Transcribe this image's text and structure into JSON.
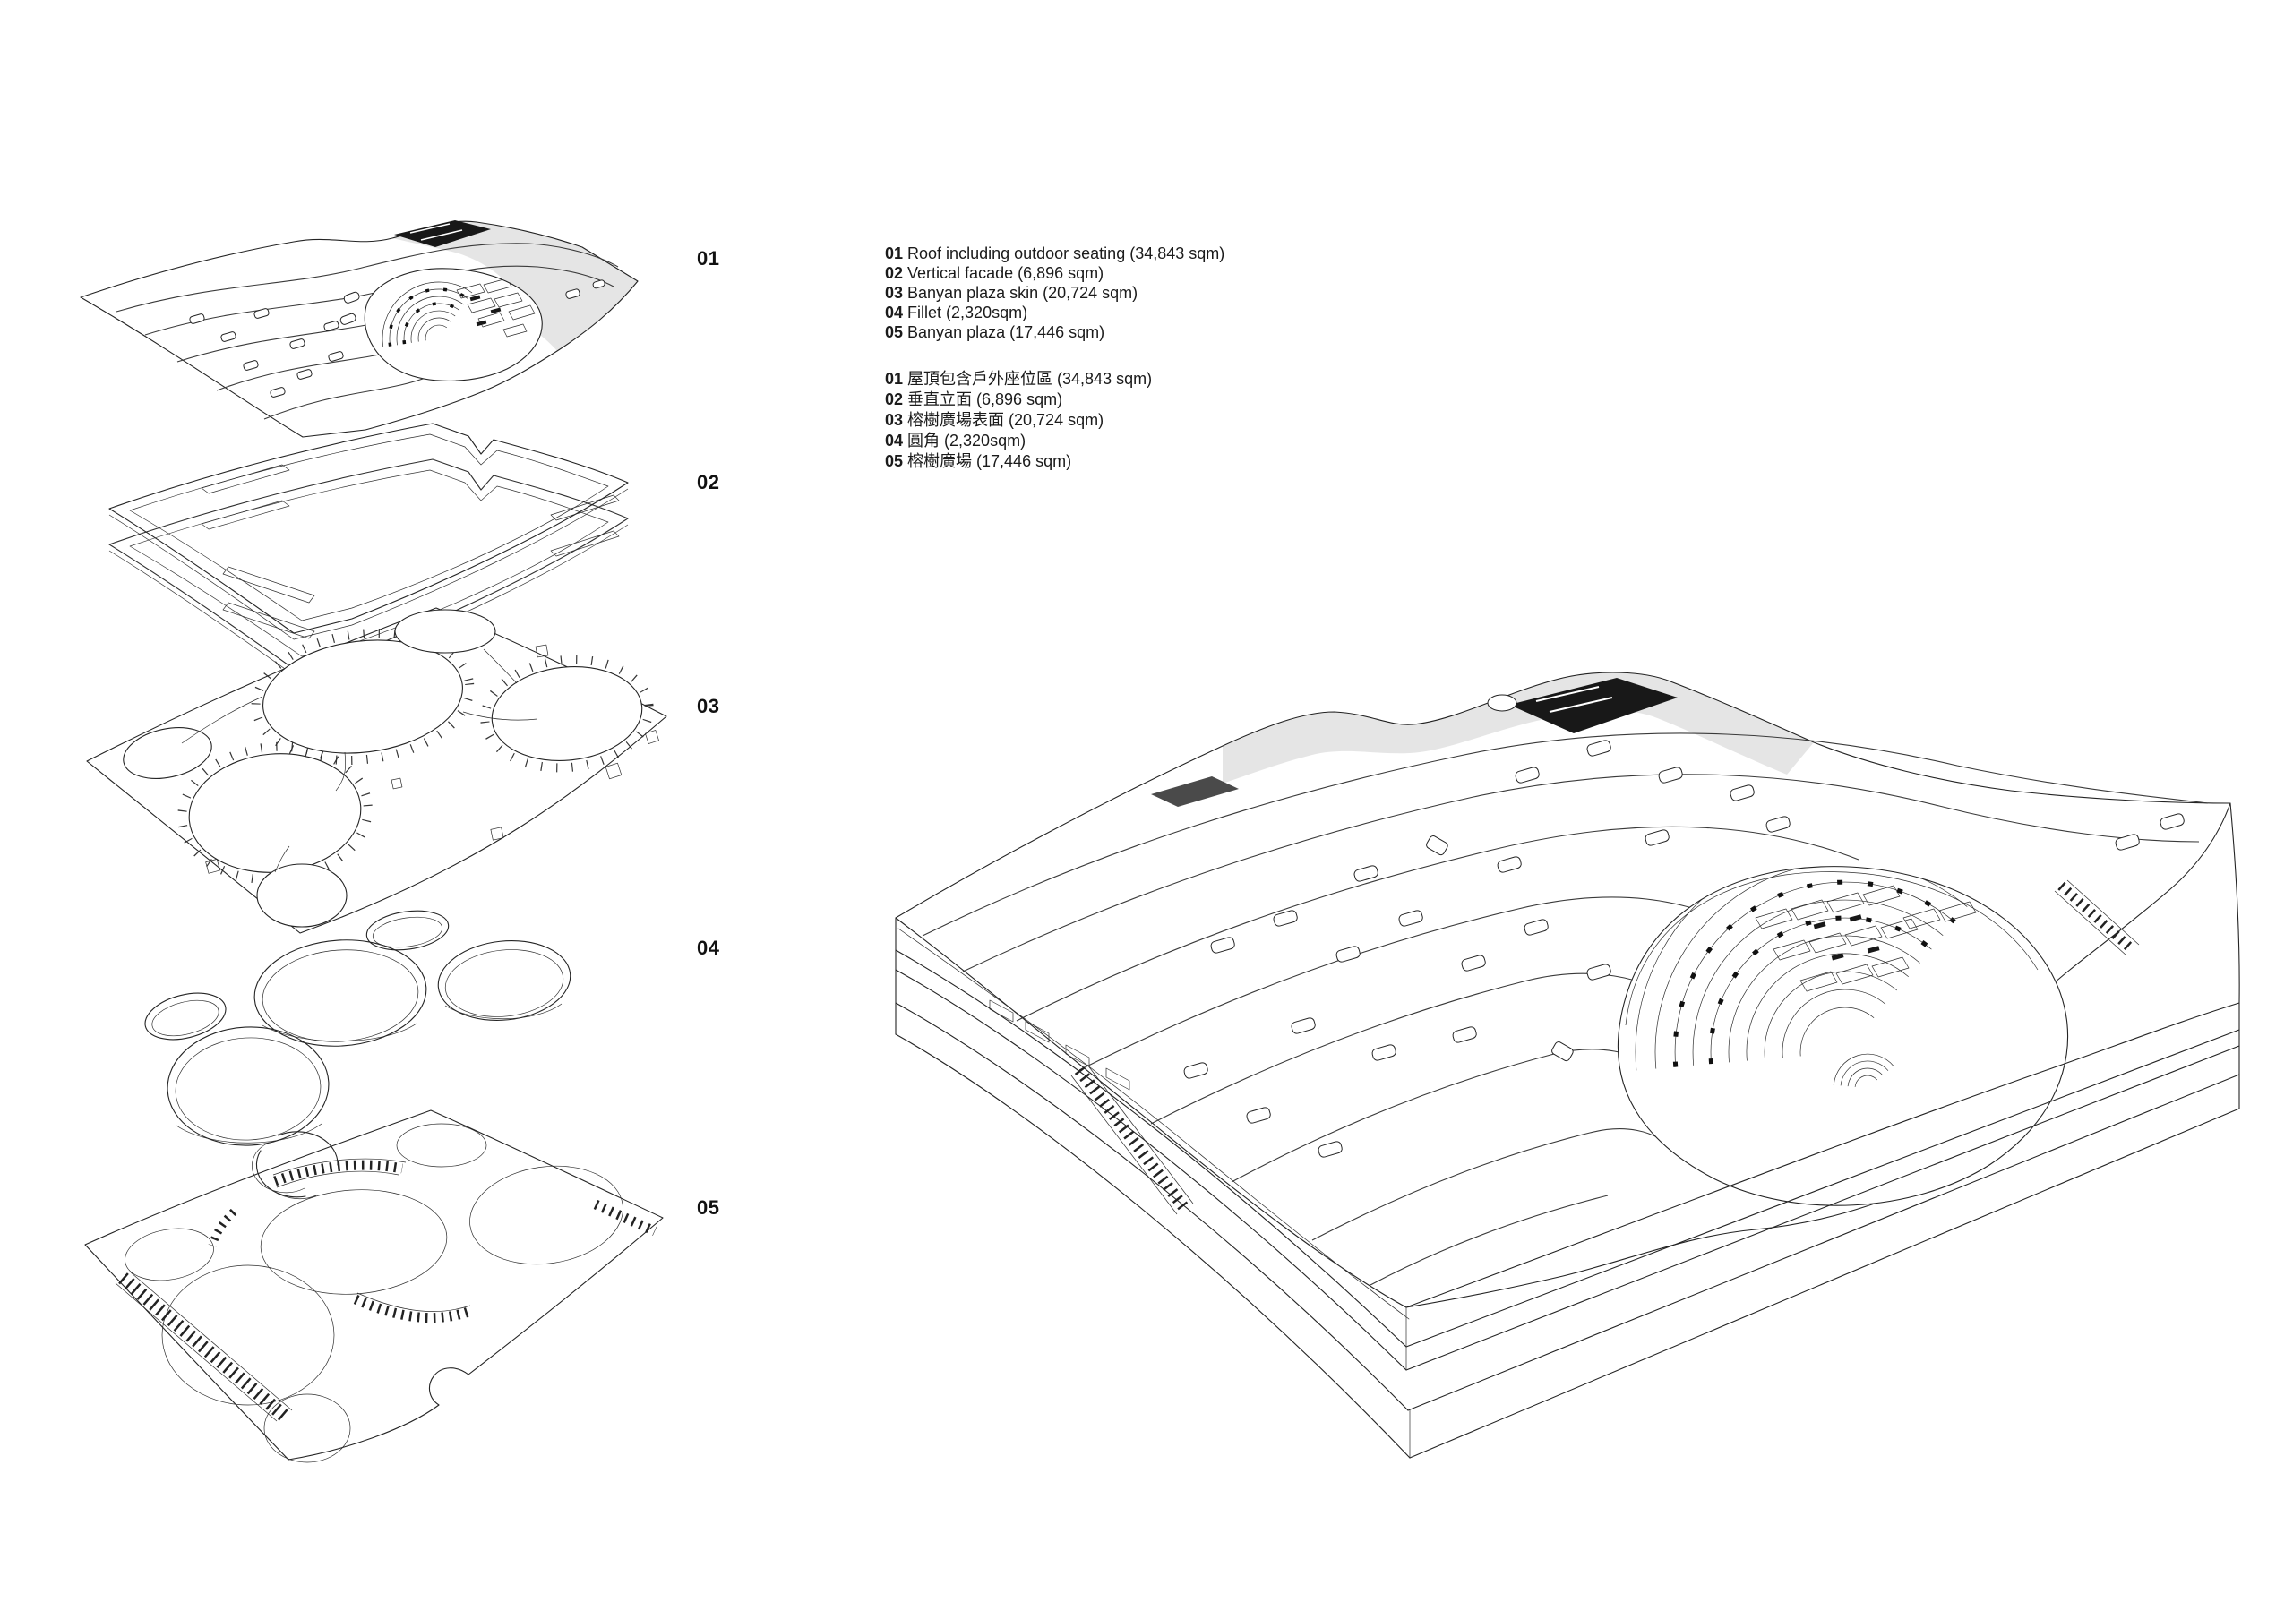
{
  "page": {
    "background": "#ffffff",
    "line_color": "#242424",
    "text_color": "#111111"
  },
  "stack_labels": [
    "01",
    "02",
    "03",
    "04",
    "05"
  ],
  "legend_en": [
    {
      "num": "01",
      "text": "Roof including outdoor seating (34,843 sqm)"
    },
    {
      "num": "02",
      "text": "Vertical facade (6,896 sqm)"
    },
    {
      "num": "03",
      "text": "Banyan plaza skin (20,724 sqm)"
    },
    {
      "num": "04",
      "text": "Fillet (2,320sqm)"
    },
    {
      "num": "05",
      "text": "Banyan plaza (17,446 sqm)"
    }
  ],
  "legend_zh": [
    {
      "num": "01",
      "text": "屋頂包含戶外座位區 (34,843 sqm)"
    },
    {
      "num": "02",
      "text": "垂直立面 (6,896 sqm)"
    },
    {
      "num": "03",
      "text": "榕樹廣場表面 (20,724 sqm)"
    },
    {
      "num": "04",
      "text": "圓角 (2,320sqm)"
    },
    {
      "num": "05",
      "text": "榕樹廣場 (17,446 sqm)"
    }
  ]
}
